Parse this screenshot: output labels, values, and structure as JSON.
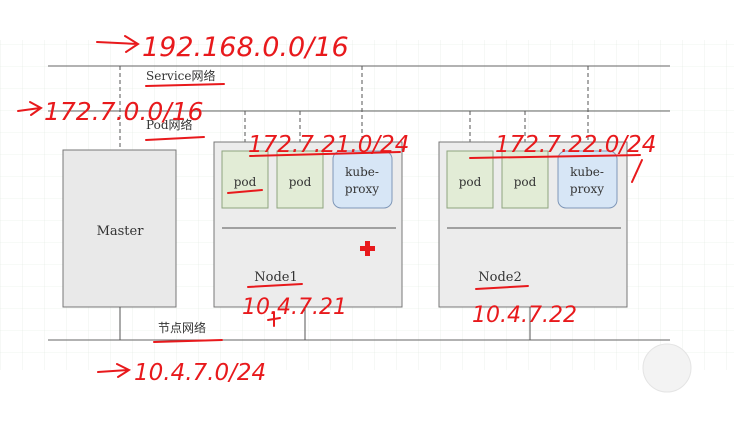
{
  "colors": {
    "ink": "#555555",
    "annotation": "#e8191c",
    "master_fill": "#e9e9e9",
    "node_fill": "#ececec",
    "pod_fill": "#e2ecd6",
    "pod_stroke": "#8ea57e",
    "proxy_fill": "#d7e6f6",
    "proxy_stroke": "#7f97b8",
    "grid": "#dfe9df"
  },
  "networks": {
    "service": {
      "label": "Service网络",
      "cidr_note": "192.168.0.0/16"
    },
    "pod": {
      "label": "Pod网络",
      "cidr_note": "172.7.0.0/16"
    },
    "node": {
      "label": "节点网络",
      "cidr_note": "10.4.7.0/24"
    }
  },
  "master": {
    "label": "Master"
  },
  "nodes": [
    {
      "label": "Node1",
      "ip_note": "10.4.7.21",
      "pod_cidr_note": "172.7.21.0/24",
      "pods": [
        "pod",
        "pod"
      ],
      "proxy": [
        "kube-",
        "proxy"
      ]
    },
    {
      "label": "Node2",
      "ip_note": "10.4.7.22",
      "pod_cidr_note": "172.7.22.0/24",
      "pods": [
        "pod",
        "pod"
      ],
      "proxy": [
        "kube-",
        "proxy"
      ]
    }
  ],
  "icons": [
    "arrow-icon",
    "red-cross-icon"
  ]
}
